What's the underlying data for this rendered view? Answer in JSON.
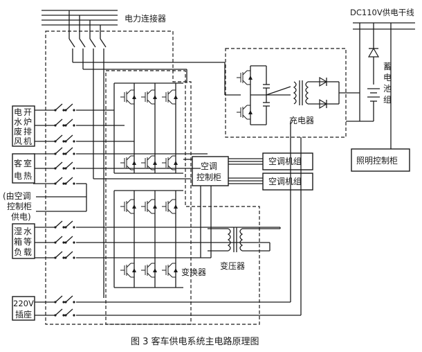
{
  "figure": {
    "caption": "图 3  客车供电系统主电路原理图",
    "labels": {
      "power_connector": "电力连接器",
      "dc_bus": "DC110V供电干线",
      "battery": [
        "蓄",
        "电",
        "池",
        "组"
      ],
      "charger": "充电器",
      "lighting_cabinet": "照明控制柜",
      "ac_control_cabinet": [
        "空调",
        "控制柜"
      ],
      "ac_unit_1": "空调机组",
      "ac_unit_2": "空调机组",
      "inverter": "变换器",
      "transformer": "变压器"
    },
    "loads": {
      "boiler_group": [
        [
          "电",
          "开"
        ],
        [
          "水",
          "炉"
        ],
        [
          "废",
          "排"
        ],
        [
          "风",
          "机"
        ]
      ],
      "heater_group": [
        [
          "客",
          "室"
        ],
        [
          "电",
          "热"
        ]
      ],
      "note": [
        "(由空调",
        "控制柜",
        "供电)"
      ],
      "humid_group": [
        [
          "湿",
          "水"
        ],
        [
          "箱",
          "等"
        ],
        [
          "负",
          "载"
        ]
      ],
      "socket": [
        "220V",
        "插座"
      ]
    }
  }
}
